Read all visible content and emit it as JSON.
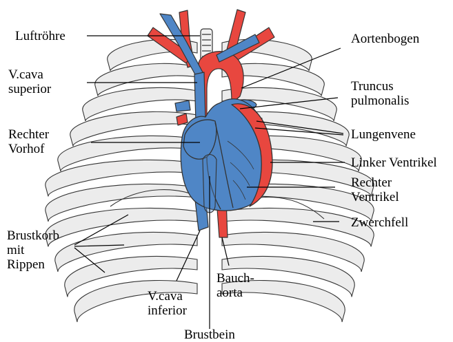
{
  "labels": {
    "trachea": "Luftröhre",
    "vena_cava_superior": [
      "V.cava",
      "superior"
    ],
    "right_atrium": [
      "Rechter",
      "Vorhof"
    ],
    "ribcage": [
      "Brustkorb",
      "mit",
      "Rippen"
    ],
    "vena_cava_inferior": [
      "V.cava",
      "inferior"
    ],
    "sternum": "Brustbein",
    "abdominal_aorta": [
      "Bauch-",
      "aorta"
    ],
    "aortic_arch": "Aortenbogen",
    "pulmonary_trunk": [
      "Truncus",
      "pulmonalis"
    ],
    "pulmonary_vein": "Lungenvene",
    "left_ventricle": "Linker Ventrikel",
    "right_ventricle": [
      "Rechter",
      "Ventrikel"
    ],
    "diaphragm": "Zwerchfell"
  },
  "colors": {
    "artery": "#e8473f",
    "vein": "#4f86c6",
    "rib_fill": "#ececec",
    "outline": "#333333"
  }
}
